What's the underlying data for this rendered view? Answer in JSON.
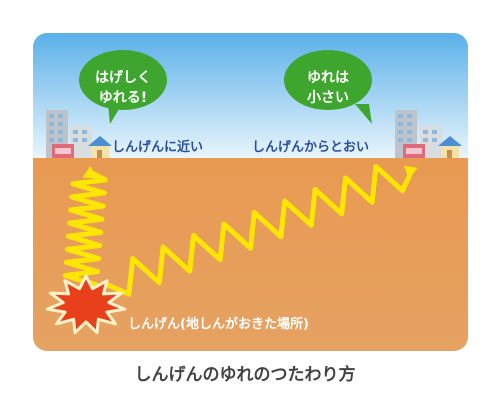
{
  "bubbles": {
    "near": {
      "line1": "はげしく",
      "line2": "ゆれる!"
    },
    "far": {
      "line1": "ゆれは",
      "line2": "小さい"
    }
  },
  "labels": {
    "near": "しんげんに近い",
    "far": "しんげんからとおい",
    "hypocenter": "しんげん(地しんがおきた場所)"
  },
  "caption": "しんげんのゆれのつたわり方",
  "colors": {
    "sky_top": "#5ab0e8",
    "ground": "#e49a55",
    "wave": "#ffe600",
    "bubble": "#3ea52e",
    "hypocenter": "#e8401a"
  }
}
